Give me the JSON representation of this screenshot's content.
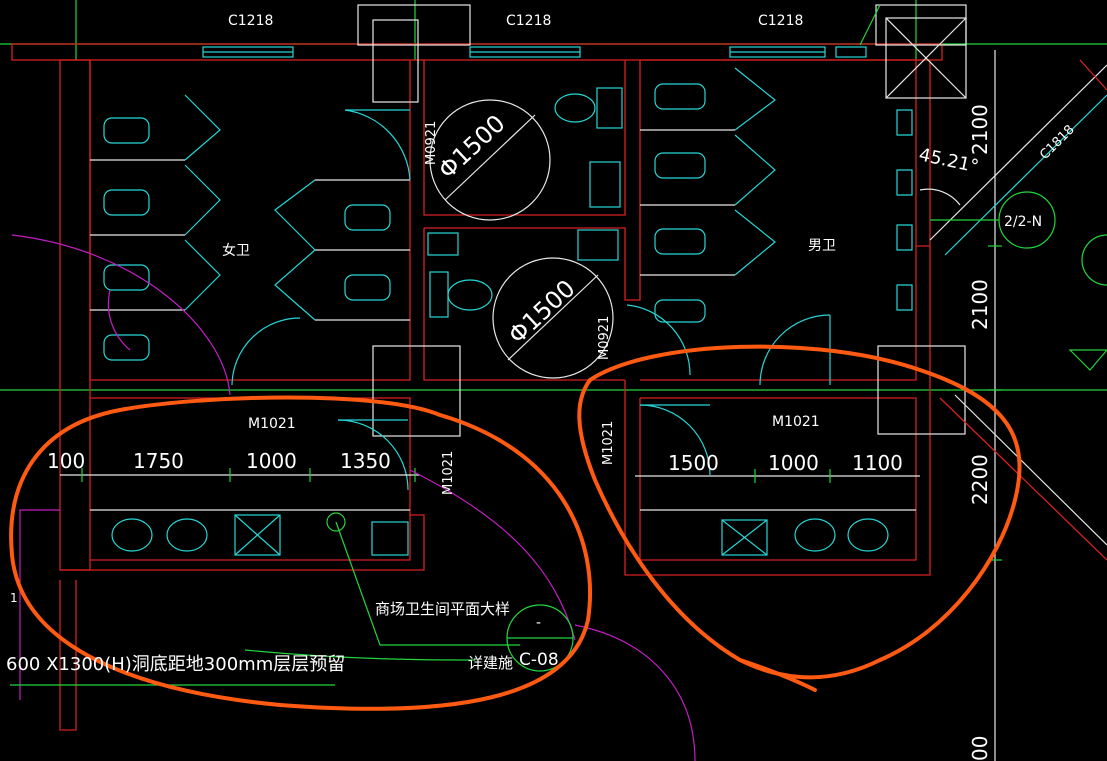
{
  "labels": {
    "window_left": "C1218",
    "window_mid": "C1218",
    "window_right": "C1218",
    "window_diag": "C1818",
    "door_m0921_top": "M0921",
    "door_m0921_mid": "M0921",
    "turning_circle_top": "Φ1500",
    "turning_circle_mid": "Φ1500",
    "womens_room": "女卫",
    "mens_room": "男卫",
    "angle": "45.21°",
    "grid_bubble": "2/2-N",
    "door_m1021_left": "M1021",
    "door_m1021_right": "M1021",
    "door_m1021_vert_left": "M1021",
    "door_m1021_vert_right": "M1021",
    "detail_title": "商场卫生间平面大样",
    "detail_ref": "详建施",
    "detail_bubble": "C-08",
    "bubble_dash": "-",
    "note": "600 X1300(H)洞底距地300mm层层预留",
    "edge_mark": "1"
  },
  "dimensions": {
    "left_row": [
      "100",
      "1750",
      "1000",
      "1350"
    ],
    "right_row": [
      "1500",
      "1000",
      "1100"
    ],
    "right_vertical": [
      "2100",
      "2100",
      "2200",
      "00"
    ]
  },
  "colors": {
    "background": "#000000",
    "wall": "#d62020",
    "fixture": "#27d6d6",
    "dimension": "#22d63c",
    "arc": "#c21ec2",
    "markup": "#ff5a12",
    "text": "#ffffff"
  }
}
